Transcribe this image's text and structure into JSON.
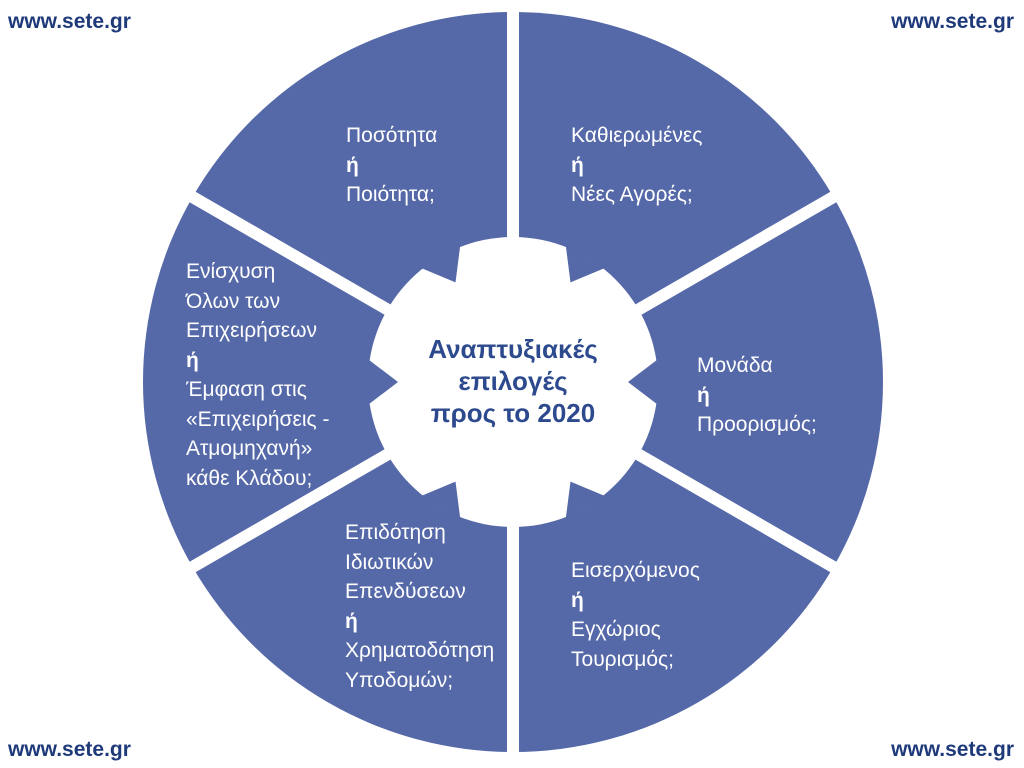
{
  "header": {
    "url_top_left": "www.sete.gr",
    "url_top_right": "www.sete.gr",
    "url_bottom_left": "www.sete.gr",
    "url_bottom_right": "www.sete.gr"
  },
  "colors": {
    "segment_fill": "#5568a8",
    "separator": "#ffffff",
    "center_fill": "#ffffff",
    "center_text": "#2e4a8e",
    "url_text": "#1f3a7a"
  },
  "center": {
    "line1": "Αναπτυξιακές",
    "line2": "επιλογές",
    "line3": "προς το 2020"
  },
  "segments": {
    "top_left": {
      "line1": "Ποσότητα",
      "or": "ή",
      "line2": "Ποιότητα;"
    },
    "top_right": {
      "line1": "Καθιερωμένες",
      "or": "ή",
      "line2": "Νέες Αγορές;"
    },
    "right": {
      "line1": "Μονάδα",
      "or": "ή",
      "line2": "Προορισμός;"
    },
    "bottom_right": {
      "line1": "Εισερχόμενος",
      "or": "ή",
      "line2": "Εγχώριος",
      "line3": "Τουρισμός;"
    },
    "bottom_left": {
      "line1": "Επιδότηση",
      "line2": "Ιδιωτικών",
      "line3": "Επενδύσεων",
      "or": "ή",
      "line4": "Χρηματοδότηση",
      "line5": "Υποδομών;"
    },
    "left": {
      "line1": "Ενίσχυση",
      "line2": "Όλων των",
      "line3": "Επιχειρήσεων",
      "or": "ή",
      "line4": "Έμφαση στις",
      "line5": "«Επιχειρήσεις -",
      "line6": "Ατμομηχανή»",
      "line7": "κάθε Κλάδου;"
    }
  }
}
